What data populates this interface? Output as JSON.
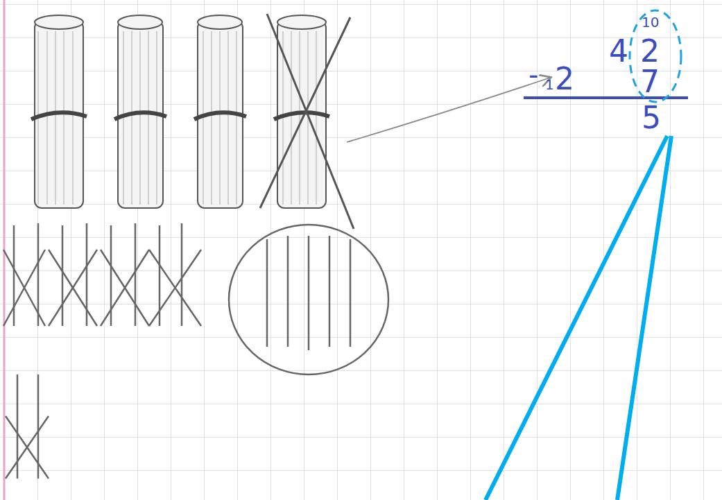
{
  "diagram": {
    "nodes": [
      {
        "text": [
          "10",
          "2",
          "7"
        ]
      }
    ],
    "labels": [
      "4",
      "-",
      "1",
      "2",
      "5"
    ]
  }
}
